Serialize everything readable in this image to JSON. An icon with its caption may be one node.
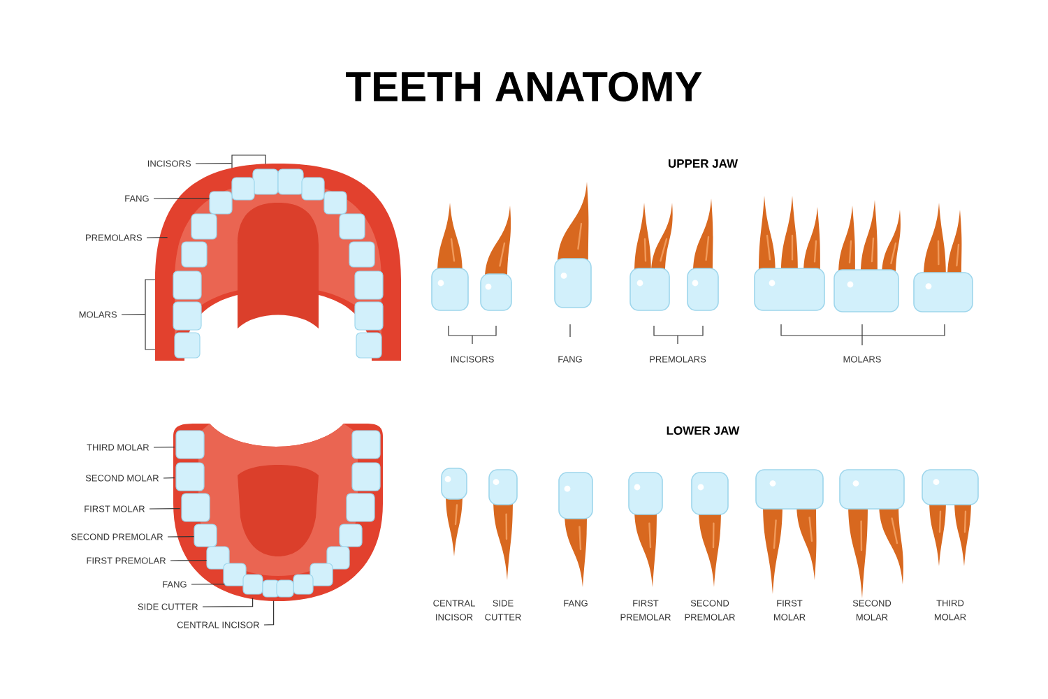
{
  "diagram": {
    "title": "TEETH ANATOMY",
    "nodes": [
      {
        "text": [
          "INCISORS"
        ]
      },
      {
        "text": [
          "FANG"
        ]
      },
      {
        "text": [
          "PREMOLARS"
        ]
      },
      {
        "text": [
          "MOLARS"
        ]
      },
      {
        "text": [
          "THIRD MOLAR"
        ]
      },
      {
        "text": [
          "SECOND MOLAR"
        ]
      },
      {
        "text": [
          "FIRST MOLAR"
        ]
      },
      {
        "text": [
          "SECOND PREMOLAR"
        ]
      },
      {
        "text": [
          "FIRST PREMOLAR"
        ]
      },
      {
        "text": [
          "FANG"
        ]
      },
      {
        "text": [
          "SIDE CUTTER"
        ]
      },
      {
        "text": [
          "CENTRAL INCISOR"
        ]
      },
      {
        "text": [],
        "shape": "picture"
      },
      {
        "text": [],
        "shape": "picture"
      }
    ],
    "edges": [
      {
        "from": 0,
        "to": 12,
        "arrow": "none"
      },
      {
        "from": 1,
        "to": 12,
        "arrow": "none"
      },
      {
        "from": 2,
        "to": 12,
        "arrow": "none"
      },
      {
        "from": 3,
        "to": 12,
        "arrow": "none"
      },
      {
        "from": 4,
        "to": 13,
        "arrow": "none"
      },
      {
        "from": 5,
        "to": 13,
        "arrow": "none"
      },
      {
        "from": 6,
        "to": 13,
        "arrow": "none"
      },
      {
        "from": 7,
        "to": 13,
        "arrow": "none"
      },
      {
        "from": 8,
        "to": 13,
        "arrow": "none"
      },
      {
        "from": 9,
        "to": 13,
        "arrow": "none"
      },
      {
        "from": 10,
        "to": 13,
        "arrow": "none"
      },
      {
        "from": 11,
        "to": 13,
        "arrow": "none"
      }
    ],
    "labels": [
      "UPPER JAW",
      "INCISORS",
      "FANG",
      "PREMOLARS",
      "MOLARS",
      "LOWER JAW",
      "CENTRAL INCISOR",
      "SIDE CUTTER",
      "FANG",
      "FIRST PREMOLAR",
      "SECOND PREMOLAR",
      "FIRST MOLAR",
      "SECOND MOLAR",
      "THIRD MOLAR"
    ]
  }
}
